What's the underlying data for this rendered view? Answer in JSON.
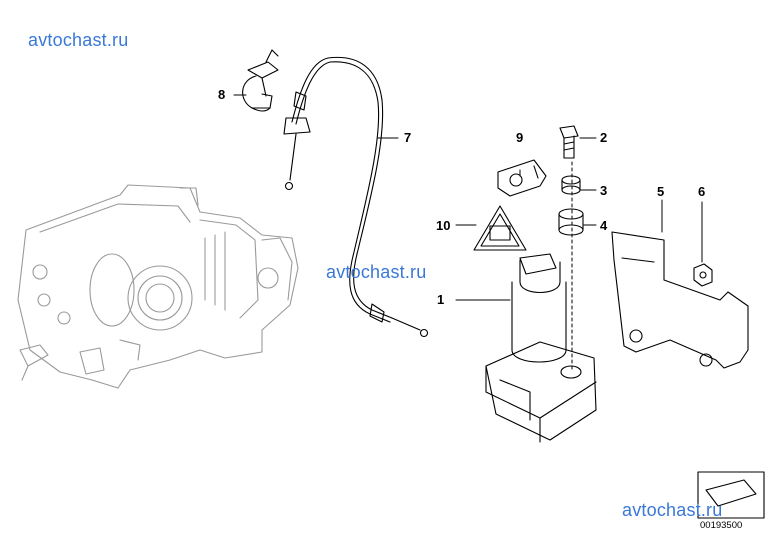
{
  "watermarks": [
    "avtochast.ru",
    "avtochast.ru",
    "avtochast.ru"
  ],
  "callouts": [
    "1",
    "2",
    "3",
    "4",
    "5",
    "6",
    "7",
    "8",
    "9",
    "10"
  ],
  "diagram_id": "00193500",
  "colors": {
    "watermark": "#3a78d8",
    "line": "#000000"
  }
}
